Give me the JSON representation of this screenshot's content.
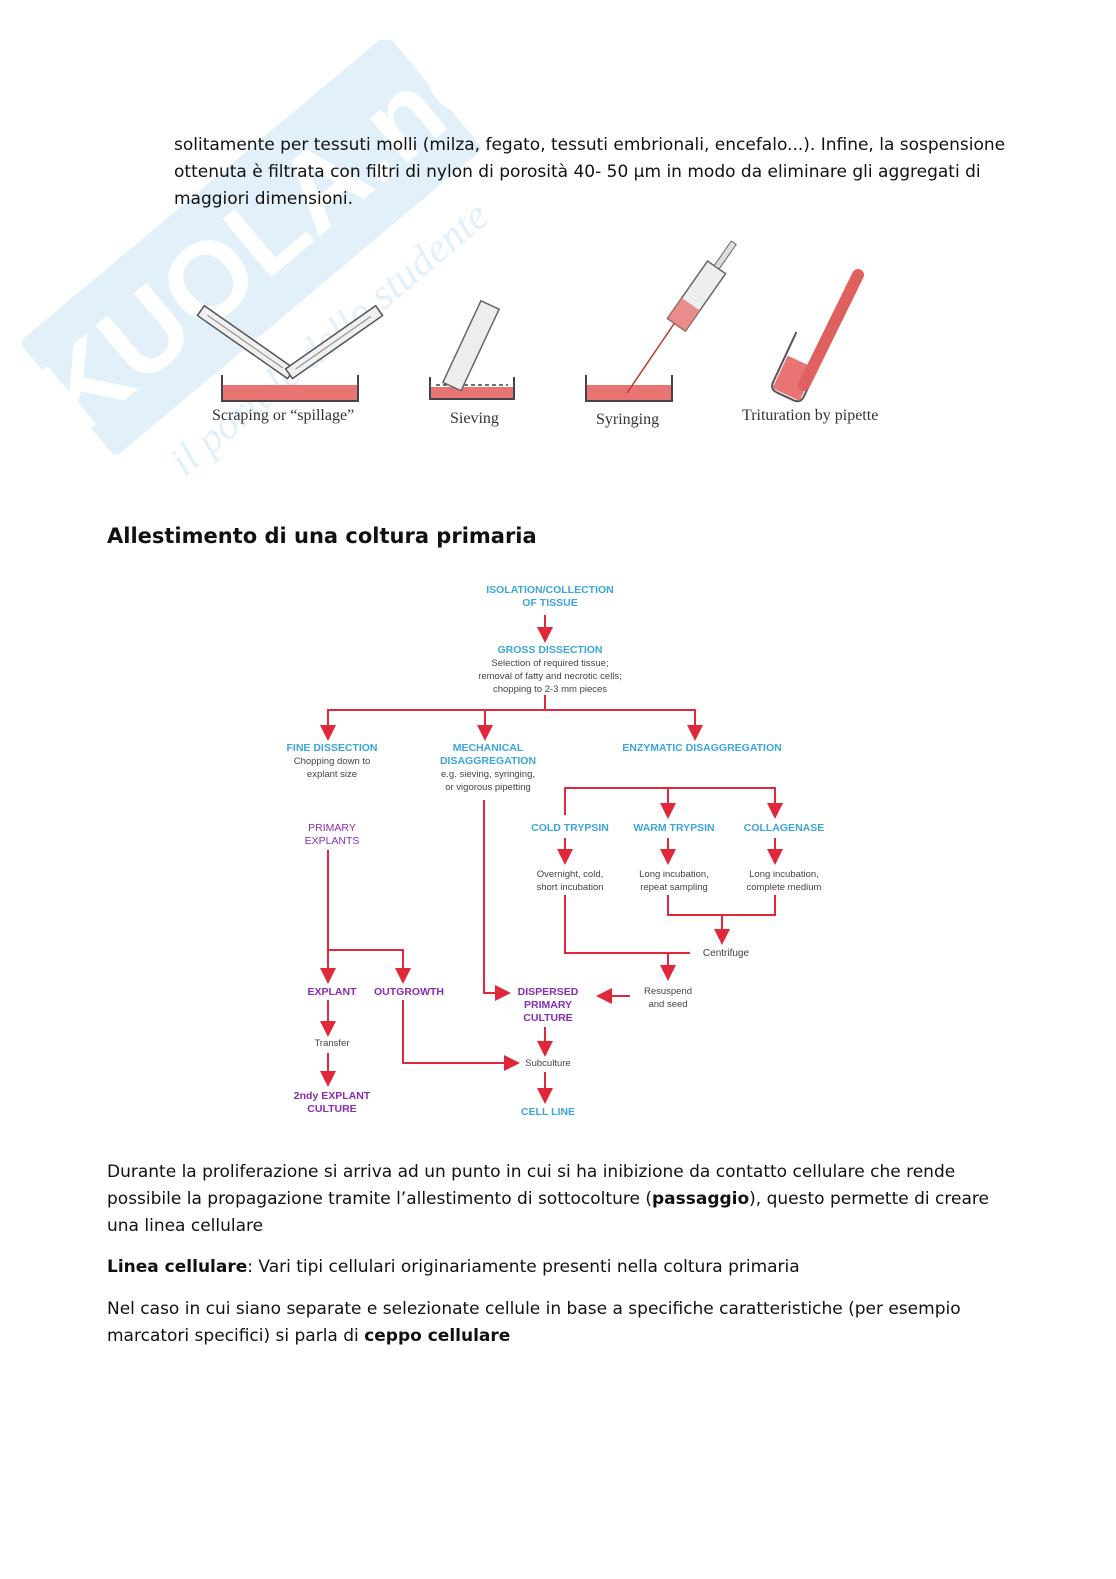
{
  "intro_paragraph": {
    "lines": [
      "solitamente per tessuti molli (milza, fegato, tessuti embrionali, encefalo...). Infine, la sospensione",
      "ottenuta è filtrata con filtri di nylon di porosità 40- 50 µm in modo da eliminare gli aggregati di",
      "maggiori dimensioni."
    ]
  },
  "techniques": [
    "Scraping or “spillage”",
    "Sieving",
    "Syringing",
    "Trituration by pipette"
  ],
  "section_heading": "Allestimento di una coltura primaria",
  "flowchart": {
    "isolation": [
      "ISOLATION/COLLECTION",
      "OF TISSUE"
    ],
    "gross_dissection": {
      "title": "GROSS DISSECTION",
      "desc": [
        "Selection of required tissue;",
        "removal of fatty and necrotic cells;",
        "chopping to 2-3 mm pieces"
      ]
    },
    "fine_dissection": {
      "title": "FINE DISSECTION",
      "desc": [
        "Chopping down to",
        "explant size"
      ]
    },
    "mechanical": {
      "title": [
        "MECHANICAL",
        "DISAGGREGATION"
      ],
      "desc": [
        "e.g. sieving, syringing,",
        "or vigorous pipetting"
      ]
    },
    "enzymatic": "ENZYMATIC DISAGGREGATION",
    "cold_trypsin": {
      "title": "COLD TRYPSIN",
      "desc": [
        "Overnight, cold,",
        "short incubation"
      ]
    },
    "warm_trypsin": {
      "title": "WARM TRYPSIN",
      "desc": [
        "Long incubation,",
        "repeat sampling"
      ]
    },
    "collagenase": {
      "title": "COLLAGENASE",
      "desc": [
        "Long incubation,",
        "complete medium"
      ]
    },
    "primary_explants": [
      "PRIMARY",
      "EXPLANTS"
    ],
    "centrifuge": "Centrifuge",
    "explant": "EXPLANT",
    "outgrowth": "OUTGROWTH",
    "dispersed": [
      "DISPERSED",
      "PRIMARY",
      "CULTURE"
    ],
    "resuspend": [
      "Resuspend",
      "and seed"
    ],
    "transfer": "Transfer",
    "subculture": "Subculture",
    "second_explant": [
      "2ndy EXPLANT",
      "CULTURE"
    ],
    "cell_line": "CELL LINE",
    "colors": {
      "arrow": "#e0283a",
      "blue": "#3aa6dc",
      "purple": "#8a2bb5",
      "text": "#444444"
    }
  },
  "paragraph_2": {
    "before": "Durante la proliferazione si arriva ad un punto in cui si ha inibizione da contatto cellulare che rende possibile la propagazione tramite l’allestimento di sottocolture (",
    "bold": "passaggio",
    "after": "), questo permette di creare una linea cellulare"
  },
  "paragraph_3": {
    "bold": "Linea cellulare",
    "after": ": Vari tipi cellulari originariamente presenti nella coltura primaria"
  },
  "paragraph_4": {
    "before": "Nel caso in cui siano separate e selezionate cellule in base a specifiche caratteristiche (per esempio marcatori specifici) si parla di ",
    "bold": "ceppo cellulare"
  },
  "watermark": {
    "brand": "SKUOLA.net",
    "tagline": "il portale dello studente"
  }
}
